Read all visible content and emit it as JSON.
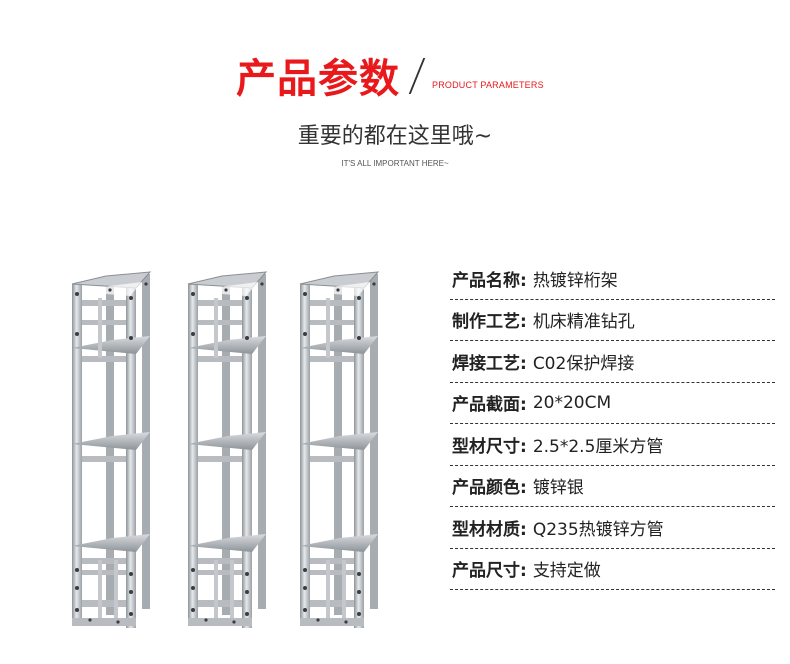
{
  "header": {
    "title": "产品参数",
    "title_en": "PRODUCT PARAMETERS",
    "subtitle": "重要的都在这里哦~",
    "subtitle_en": "IT'S ALL IMPORTANT HERE~"
  },
  "colors": {
    "accent": "#e8181b",
    "text": "#222222",
    "metal": "#b9bdc2"
  },
  "specs": [
    {
      "key": "产品名称:",
      "value": "热镀锌桁架"
    },
    {
      "key": "制作工艺:",
      "value": "机床精准钻孔"
    },
    {
      "key": "焊接工艺:",
      "value": "C02保护焊接"
    },
    {
      "key": "产品截面:",
      "value": "20*20CM"
    },
    {
      "key": "型材尺寸:",
      "value": "2.5*2.5厘米方管"
    },
    {
      "key": "产品颜色:",
      "value": "镀锌银"
    },
    {
      "key": "型材材质:",
      "value": "Q235热镀锌方管"
    },
    {
      "key": "产品尺寸:",
      "value": "支持定做"
    }
  ],
  "product_image": {
    "description_icon": "truss-tower-icon",
    "count": 3
  }
}
